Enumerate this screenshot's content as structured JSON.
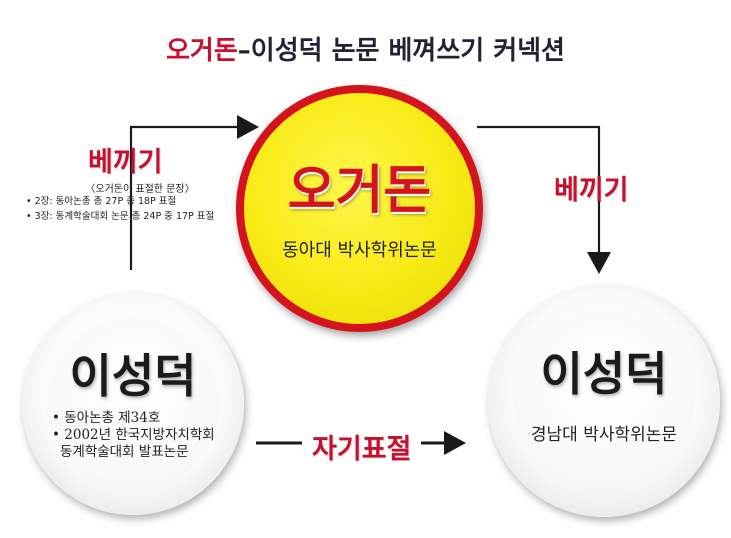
{
  "title": {
    "part1": "오거돈",
    "part2": "–이성덕 논문 베껴쓰기 커넥션"
  },
  "nodes": {
    "center": {
      "name": "오거돈",
      "subtitle": "동아대 박사학위논문",
      "fill_color": "#f7ea15",
      "border_color": "#d3141c"
    },
    "left": {
      "name": "이성덕",
      "items": [
        "동아논총 제34호",
        "2002년 한국지방자치학회",
        "동계학술대회 발표논문"
      ]
    },
    "right": {
      "name": "이성덕",
      "subtitle": "경남대 박사학위논문"
    }
  },
  "edges": {
    "left_to_center": {
      "label": "베끼기",
      "note_heading": "〈오거돈이 표절한 문장〉",
      "notes": [
        "2장: 동아논총 총 27P 중 18P 표절",
        "3장: 동계학술대회 논문 총 24P 중 17P 표절"
      ]
    },
    "center_to_right": {
      "label": "베끼기"
    },
    "left_to_right": {
      "label": "자기표절"
    }
  },
  "colors": {
    "accent_red": "#c8102e",
    "dark_text": "#1f2333",
    "arrow": "#1a1a1a"
  }
}
